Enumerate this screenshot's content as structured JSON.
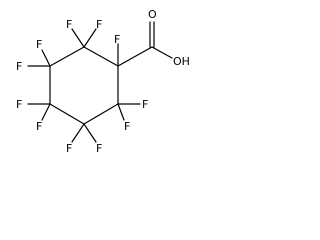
{
  "structure": {
    "atoms": {
      "f_c1_top": "F",
      "f_c2_a": "F",
      "f_c2_b": "F",
      "f_c3_a": "F",
      "f_c3_b": "F",
      "f_c4_a": "F",
      "f_c4_b": "F",
      "f_c5_a": "F",
      "f_c5_b": "F",
      "f_c6_a": "F",
      "f_c6_b": "F",
      "o_carbonyl": "O",
      "o_hydroxyl": "OH"
    }
  }
}
